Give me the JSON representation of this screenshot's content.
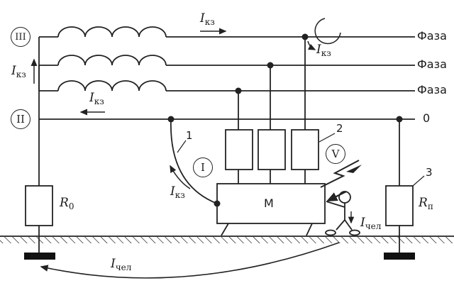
{
  "labels": {
    "phase_label": "Фаза",
    "neutral_label": "0",
    "motor_label": "М",
    "r0_symbol": "R",
    "r0_subscript": "0",
    "rn_symbol": "R",
    "rn_subscript": "п",
    "callout_1": "1",
    "callout_2": "2",
    "callout_3": "3",
    "marker_I": "I",
    "marker_II": "II",
    "marker_III": "III",
    "marker_V": "V",
    "current_symbol": "I",
    "current_kz": "кз",
    "current_chel": "чел"
  }
}
